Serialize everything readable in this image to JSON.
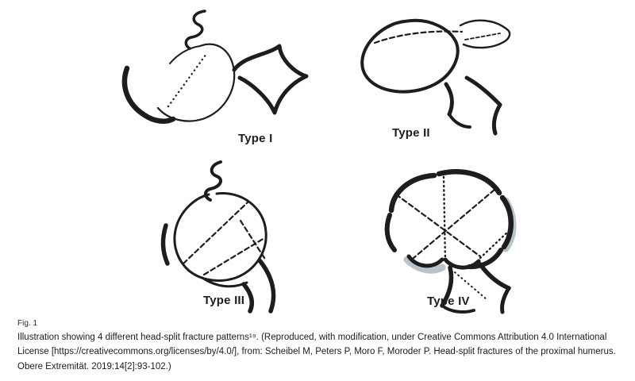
{
  "figure": {
    "panels": [
      {
        "id": "type-1",
        "label": "Type I"
      },
      {
        "id": "type-2",
        "label": "Type II"
      },
      {
        "id": "type-3",
        "label": "Type III"
      },
      {
        "id": "type-4",
        "label": "Type IV"
      }
    ],
    "caption": {
      "fig_label": "Fig. 1",
      "text": "Illustration showing 4 different head-split fracture patterns¹⁹. (Reproduced, with modification, under Creative Commons Attribution 4.0 International License [https://creativecommons.org/licenses/by/4.0/], from: Scheibel M, Peters P, Moro F, Moroder P. Head-split fractures of the proximal humerus. Obere Extremität. 2019:14[2]:93-102.)"
    },
    "colors": {
      "ink": "#1d1d1f",
      "background": "#ffffff",
      "shading": "#b8c4ca"
    }
  }
}
